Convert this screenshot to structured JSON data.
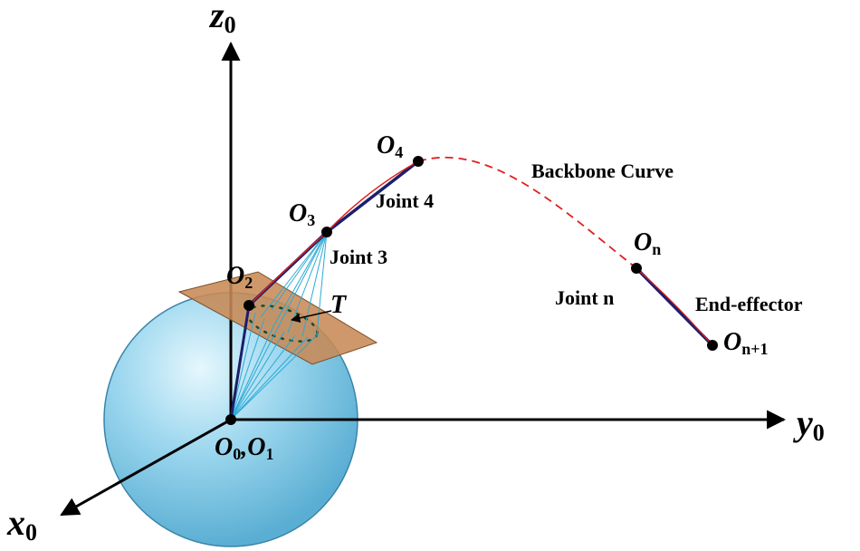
{
  "axes": {
    "z": {
      "main": "z",
      "sub": "0"
    },
    "y": {
      "main": "y",
      "sub": "0"
    },
    "x": {
      "main": "x",
      "sub": "0"
    }
  },
  "points": {
    "o01": {
      "main": "O",
      "sub1": "0",
      "sep": ",",
      "main2": "O",
      "sub2": "1"
    },
    "o2": {
      "main": "O",
      "sub": "2"
    },
    "o3": {
      "main": "O",
      "sub": "3"
    },
    "o4": {
      "main": "O",
      "sub": "4"
    },
    "on": {
      "main": "O",
      "sub": "n"
    },
    "on1": {
      "main": "O",
      "sub": "n+1"
    },
    "t": "T"
  },
  "labels": {
    "backbone": "Backbone Curve",
    "joint4": "Joint 4",
    "joint3": "Joint 3",
    "jointn": "Joint n",
    "end_effector": "End-effector"
  },
  "colors": {
    "sphere": "#8fd0ec",
    "sphere_edge": "#3a84a8",
    "plane": "#c88a55",
    "link": "#1b1f6b",
    "curve": "#e02020",
    "cone": "#2aa9d6"
  }
}
